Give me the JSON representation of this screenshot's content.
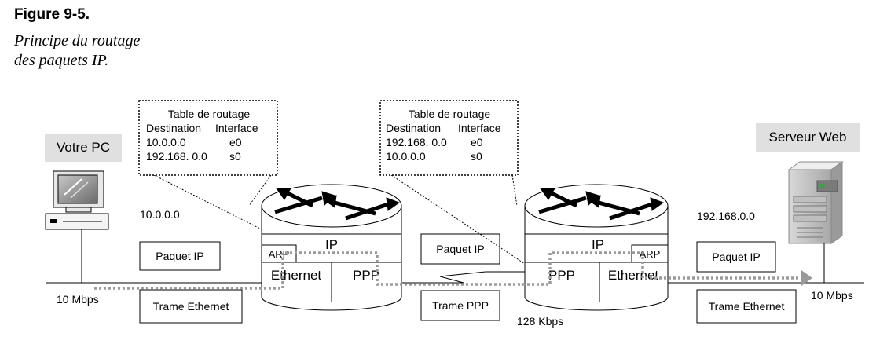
{
  "figure": {
    "title": "Figure 9-5.",
    "caption_line1": "Principe du routage",
    "caption_line2": "des paquets IP."
  },
  "pc": {
    "label": "Votre PC"
  },
  "server": {
    "label": "Serveur Web"
  },
  "networks": {
    "left_address": "10.0.0.0",
    "right_address": "192.168.0.0",
    "left_speed": "10 Mbps",
    "right_speed": "10 Mbps",
    "wan_speed": "128 Kbps"
  },
  "router1": {
    "table": {
      "title": "Table de routage",
      "col_destination": "Destination",
      "col_interface": "Interface",
      "rows": [
        {
          "destination": "10.0.0.0",
          "interface": "e0"
        },
        {
          "destination": "192.168. 0.0",
          "interface": "s0"
        }
      ]
    },
    "layer_ip": "IP",
    "layer_arp": "ARP",
    "layer_left": "Ethernet",
    "layer_right": "PPP"
  },
  "router2": {
    "table": {
      "title": "Table de routage",
      "col_destination": "Destination",
      "col_interface": "Interface",
      "rows": [
        {
          "destination": "192.168. 0.0",
          "interface": "e0"
        },
        {
          "destination": "10.0.0.0",
          "interface": "s0"
        }
      ]
    },
    "layer_ip": "IP",
    "layer_arp": "ARP",
    "layer_left": "PPP",
    "layer_right": "Ethernet"
  },
  "boxes": {
    "packet_left": "Paquet IP",
    "packet_middle": "Paquet IP",
    "packet_right": "Paquet IP",
    "frame_left": "Trame Ethernet",
    "frame_middle": "Trame PPP",
    "frame_right": "Trame Ethernet"
  }
}
